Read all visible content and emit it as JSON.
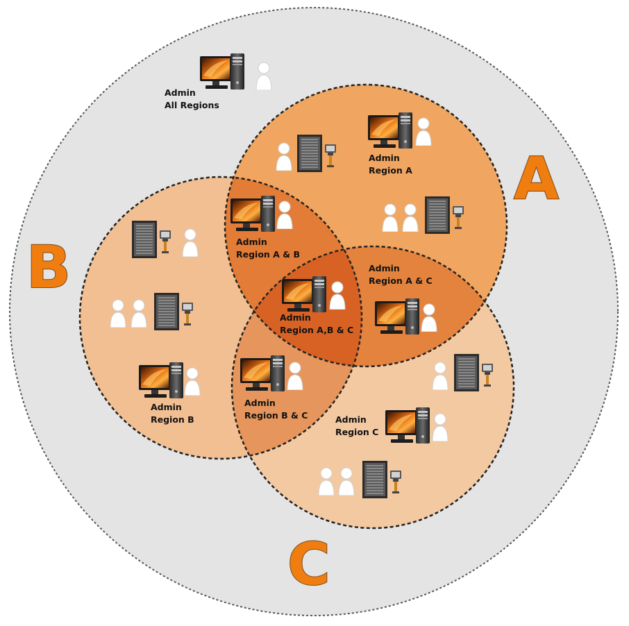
{
  "colors": {
    "outer_fill": "#e4e4e4",
    "region_a_fill": "#f0a660",
    "region_b_fill": "#f2bf92",
    "region_c_fill": "#f3c9a2",
    "letter": "#f07d10",
    "outline": "#222222",
    "outer_outline": "#555555"
  },
  "regions": {
    "a": {
      "letter": "A"
    },
    "b": {
      "letter": "B"
    },
    "c": {
      "letter": "C"
    }
  },
  "labels": {
    "all": {
      "line1": "Admin",
      "line2": "All Regions"
    },
    "a": {
      "line1": "Admin",
      "line2": "Region A"
    },
    "b": {
      "line1": "Admin",
      "line2": "Region B"
    },
    "c": {
      "line1": "Admin",
      "line2": "Region C"
    },
    "ab": {
      "line1": "Admin",
      "line2": "Region A & B"
    },
    "ac": {
      "line1": "Admin",
      "line2": "Region A & C"
    },
    "bc": {
      "line1": "Admin",
      "line2": "Region B & C"
    },
    "abc": {
      "line1": "Admin",
      "line2": "Region A,B & C"
    }
  },
  "icons": {
    "workstation": "computer-icon",
    "person": "person-icon",
    "server": "server-icon"
  }
}
